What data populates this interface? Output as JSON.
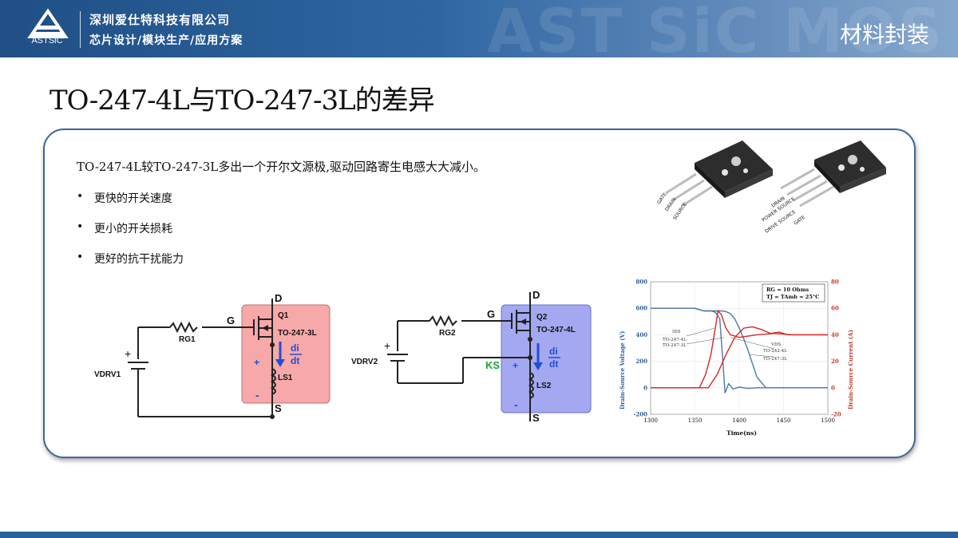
{
  "header": {
    "logo_text": "ASTSiC",
    "company": "深圳爱仕特科技有限公司",
    "tagline": "芯片设计/模块生产/应用方案",
    "watermark": "AST SiC MOS",
    "section": "材料封装"
  },
  "title": "TO-247-4L与TO-247-3L的差异",
  "intro": "TO-247-4L较TO-247-3L多出一个开尔文源极,驱动回路寄生电感大大减小。",
  "bullets": [
    "更快的开关速度",
    "更小的开关损耗",
    "更好的抗干扰能力"
  ],
  "bullet_glyph": "•",
  "packages": {
    "three_lead_pins": [
      "GATE",
      "DRAIN",
      "SOURCE"
    ],
    "four_lead_pins": [
      "DRAIN",
      "POWER SOURCE",
      "DRIVE SOURCE",
      "GATE"
    ]
  },
  "circuits": {
    "left": {
      "drain": "D",
      "source": "S",
      "gate": "G",
      "device": "Q1",
      "package": "TO-247-3L",
      "resistor": "RG1",
      "source_label": "VDRV1",
      "inductor": "LS1",
      "di": "di",
      "dt": "dt",
      "plus": "+",
      "minus": "-",
      "box_color": "#f7a8a8"
    },
    "right": {
      "drain": "D",
      "source": "S",
      "gate": "G",
      "device": "Q2",
      "package": "TO-247-4L",
      "resistor": "RG2",
      "source_label": "VDRV2",
      "inductor": "LS2",
      "kelvin": "KS",
      "di": "di",
      "dt": "dt",
      "plus": "+",
      "minus": "-",
      "box_color": "#a3a8f0"
    }
  },
  "chart_data": {
    "type": "line",
    "xlabel": "Time(ns)",
    "ylabel_left": "Drain-Source Voltage (V)",
    "ylabel_right": "Drain-Source Current (A)",
    "xlim": [
      1300,
      1500
    ],
    "ylim_left": [
      -200,
      800
    ],
    "ylim_right": [
      -20,
      80
    ],
    "x_ticks": [
      1300,
      1350,
      1400,
      1450,
      1500
    ],
    "y_ticks_left": [
      -200,
      0,
      200,
      400,
      600,
      800
    ],
    "y_ticks_right": [
      -20,
      0,
      20,
      40,
      60,
      80
    ],
    "legend": [
      "RG = 10 Ohms",
      "TJ = TAmb = 25°C"
    ],
    "annotations": {
      "current": [
        "IDS",
        "TO-247-4L",
        "TO-247-3L"
      ],
      "voltage": [
        "VDS",
        "TO-242-4L",
        "TO-247-3L"
      ]
    },
    "series": [
      {
        "axis": "left",
        "color": "#4e79a7",
        "x": [
          1300,
          1335,
          1350,
          1360,
          1368,
          1373,
          1378,
          1381,
          1384,
          1388,
          1393,
          1400,
          1410,
          1420,
          1440,
          1460,
          1480,
          1500
        ],
        "values": [
          600,
          600,
          600,
          580,
          580,
          570,
          520,
          250,
          -40,
          30,
          -10,
          5,
          -5,
          0,
          0,
          0,
          0,
          0
        ]
      },
      {
        "axis": "left",
        "color": "#4e79a7",
        "x": [
          1300,
          1340,
          1350,
          1360,
          1380,
          1385,
          1390,
          1395,
          1400,
          1405,
          1410,
          1415,
          1420,
          1430,
          1440,
          1460,
          1500
        ],
        "values": [
          600,
          600,
          600,
          580,
          580,
          575,
          560,
          520,
          450,
          370,
          280,
          180,
          80,
          0,
          0,
          0,
          0
        ]
      },
      {
        "axis": "right",
        "color": "#d62728",
        "x": [
          1300,
          1355,
          1362,
          1368,
          1373,
          1376,
          1380,
          1385,
          1390,
          1400,
          1420,
          1440,
          1460,
          1480,
          1500
        ],
        "values": [
          0,
          0,
          10,
          25,
          45,
          58,
          55,
          45,
          40,
          38,
          40,
          41,
          40,
          40,
          40
        ]
      },
      {
        "axis": "right",
        "color": "#d62728",
        "x": [
          1300,
          1365,
          1375,
          1385,
          1395,
          1405,
          1415,
          1425,
          1435,
          1445,
          1455,
          1470,
          1490,
          1500
        ],
        "values": [
          0,
          0,
          10,
          25,
          38,
          45,
          46,
          44,
          41,
          42,
          40,
          40,
          40,
          40
        ]
      }
    ]
  }
}
